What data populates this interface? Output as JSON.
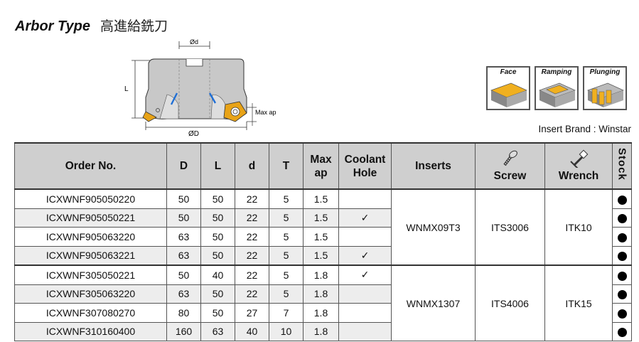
{
  "title": {
    "en": "Arbor Type",
    "zh": "高進給銑刀"
  },
  "diagram_labels": {
    "d": "Ød",
    "L": "L",
    "max_ap": "Max ap",
    "D": "ØD"
  },
  "applications": [
    {
      "label": "Face",
      "icon": "face-milling-icon"
    },
    {
      "label": "Ramping",
      "icon": "ramping-icon"
    },
    {
      "label": "Plunging",
      "icon": "plunging-icon"
    }
  ],
  "brand": "Insert Brand : Winstar",
  "headers": {
    "order": "Order No.",
    "D": "D",
    "L": "L",
    "d": "d",
    "T": "T",
    "maxap_1": "Max",
    "maxap_2": "ap",
    "coolant_1": "Coolant",
    "coolant_2": "Hole",
    "inserts": "Inserts",
    "screw": "Screw",
    "wrench": "Wrench",
    "stock": "Stock"
  },
  "rows": [
    {
      "order": "ICXWNF905050220",
      "D": "50",
      "L": "50",
      "d": "22",
      "T": "5",
      "ap": "1.5",
      "coolant": ""
    },
    {
      "order": "ICXWNF905050221",
      "D": "50",
      "L": "50",
      "d": "22",
      "T": "5",
      "ap": "1.5",
      "coolant": "✓"
    },
    {
      "order": "ICXWNF905063220",
      "D": "63",
      "L": "50",
      "d": "22",
      "T": "5",
      "ap": "1.5",
      "coolant": ""
    },
    {
      "order": "ICXWNF905063221",
      "D": "63",
      "L": "50",
      "d": "22",
      "T": "5",
      "ap": "1.5",
      "coolant": "✓"
    },
    {
      "order": "ICXWNF305050221",
      "D": "50",
      "L": "40",
      "d": "22",
      "T": "5",
      "ap": "1.8",
      "coolant": "✓"
    },
    {
      "order": "ICXWNF305063220",
      "D": "63",
      "L": "50",
      "d": "22",
      "T": "5",
      "ap": "1.8",
      "coolant": ""
    },
    {
      "order": "ICXWNF307080270",
      "D": "80",
      "L": "50",
      "d": "27",
      "T": "7",
      "ap": "1.8",
      "coolant": ""
    },
    {
      "order": "ICXWNF310160400",
      "D": "160",
      "L": "63",
      "d": "40",
      "T": "10",
      "ap": "1.8",
      "coolant": ""
    }
  ],
  "groups": [
    {
      "inserts": "WNMX09T3",
      "screw": "ITS3006",
      "wrench": "ITK10"
    },
    {
      "inserts": "WNMX1307",
      "screw": "ITS4006",
      "wrench": "ITK15"
    }
  ],
  "colors": {
    "header_bg": "#cfcfcf",
    "alt_row": "#ededed",
    "insert_gold": "#e8a317",
    "coolant_blue": "#1f6fd6"
  }
}
